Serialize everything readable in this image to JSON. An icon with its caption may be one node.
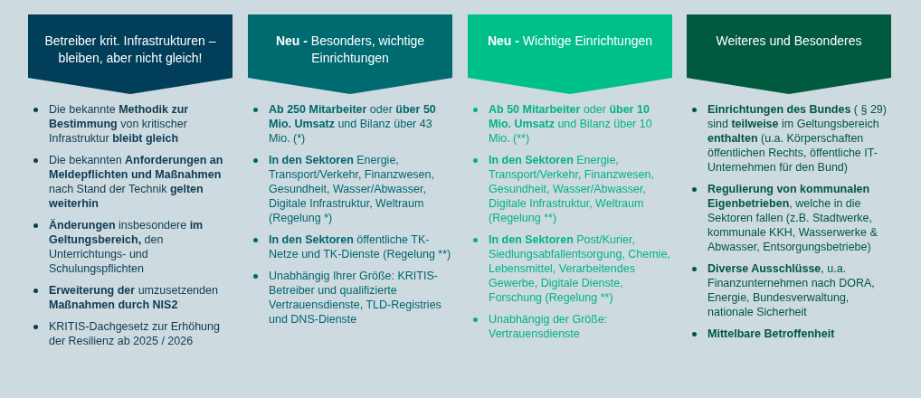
{
  "diagram": {
    "nodes": [
      {
        "text": [
          "Betreiber krit. Infrastrukturen – bleiben, aber nicht gleich!"
        ]
      },
      {
        "text": [
          "**Neu -** Besonders, wichtige Einrichtungen"
        ]
      },
      {
        "text": [
          "**Neu -** Wichtige Einrichtungen"
        ]
      },
      {
        "text": [
          "Weiteres und Besonderes"
        ]
      }
    ],
    "labels": [
      "Die bekannte **Methodik zur Bestimmung** von kritischer Infrastruktur **bleibt gleich**",
      "Die bekannten **Anforderungen an Meldepflichten und Maßnahmen** nach Stand der Technik **gelten weiterhin**",
      "**Änderungen** insbesondere **im Geltungsbereich,** den Unterrichtungs- und Schulungspflichten",
      "**Erweiterung der** umzusetzenden **Maßnahmen durch NIS2**",
      "KRITIS-Dachgesetz zur Erhöhung der Resilienz ab 2025 / 2026",
      "**Ab 250 Mitarbeiter** oder **über 50 Mio. Umsatz** und Bilanz über 43 Mio. (*)",
      "**In den Sektoren** Energie, Transport/Verkehr, Finanzwesen, Gesundheit, Wasser/Abwasser, Digitale Infrastruktur, Weltraum (Regelung *)",
      "**In den Sektoren** öffentliche TK-Netze und TK-Dienste (Regelung **)",
      "Unabhängig Ihrer Größe: KRITIS-Betreiber und qualifizierte Vertrauensdienste, TLD-Registries und DNS-Dienste",
      "**Ab 50 Mitarbeiter** oder **über 10 Mio. Umsatz** und Bilanz über 10 Mio. (**)",
      "**In den Sektoren** Energie, Transport/Verkehr, Finanzwesen, Gesundheit, Wasser/Abwasser, Digitale Infrastruktur, Weltraum (Regelung **)",
      "**In den Sektoren** Post/Kurier, Siedlungsabfallentsorgung, Chemie, Lebensmittel, Verarbeitendes Gewerbe, Digitale Dienste, Forschung (Regelung **)",
      "Unabhängig der Größe: Vertrauensdienste",
      "**Einrichtungen des Bundes** ( § 29) sind **teilweise** im Geltungsbereich **enthalten** (u.a. Körperschaften öffentlichen Rechts, öffentliche IT-Unternehmen für den Bund)",
      "**Regulierung von kommunalen Eigenbetrieben**, welche in die Sektoren fallen (z.B. Stadtwerke, kommunale KKH, Wasserwerke & Abwasser, Entsorgungsbetriebe)",
      "**Diverse Ausschlüsse**, u.a. Finanzunternehmen nach DORA, Energie, Bundesverwaltung, nationale Sicherheit",
      "**Mittelbare Betroffenheit**"
    ]
  }
}
